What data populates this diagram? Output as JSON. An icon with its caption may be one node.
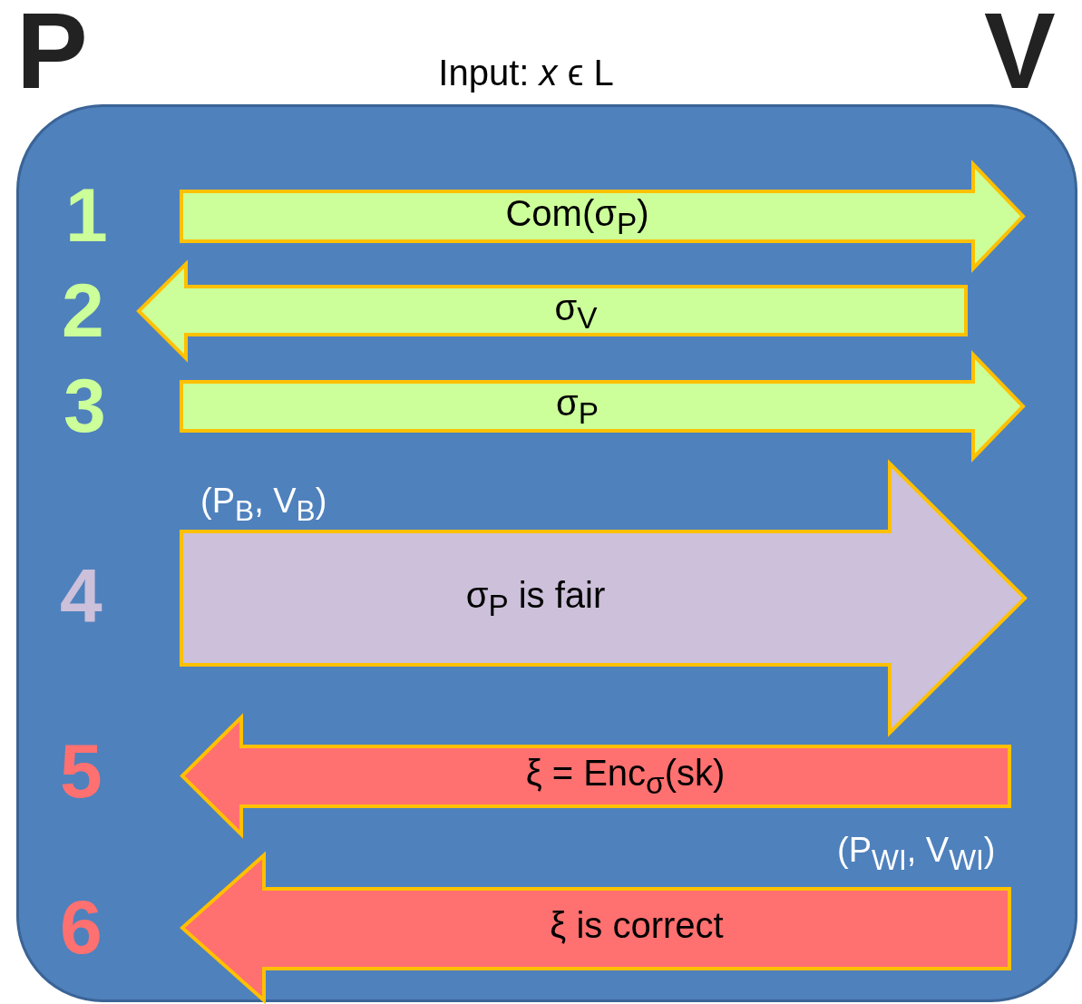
{
  "diagram": {
    "nodes": [
      {
        "text": [
          "P"
        ]
      },
      {
        "text": [
          "V"
        ]
      },
      {
        "text": [],
        "shape": "box"
      },
      {
        "text": [
          "Com(σ$_{P}$)"
        ],
        "in": 2
      },
      {
        "text": [
          "σ$_{V}$"
        ],
        "in": 2
      },
      {
        "text": [
          "σ$_{P}$"
        ],
        "in": 2
      },
      {
        "text": [
          "σ$_{P}$ is fair"
        ],
        "in": 2,
        "beside": [
          "(P$_{B}$, V$_{B}$)"
        ]
      },
      {
        "text": [
          "ξ = Enc$_{σ}$(sk)"
        ],
        "in": 2
      },
      {
        "text": [
          "ξ is correct"
        ],
        "in": 2,
        "beside": [
          "(P$_{WI}$, V$_{WI}$)"
        ]
      }
    ],
    "labels": [
      "Input: *x* ϵ L",
      "1",
      "2",
      "3",
      "4",
      "5",
      "6"
    ]
  }
}
